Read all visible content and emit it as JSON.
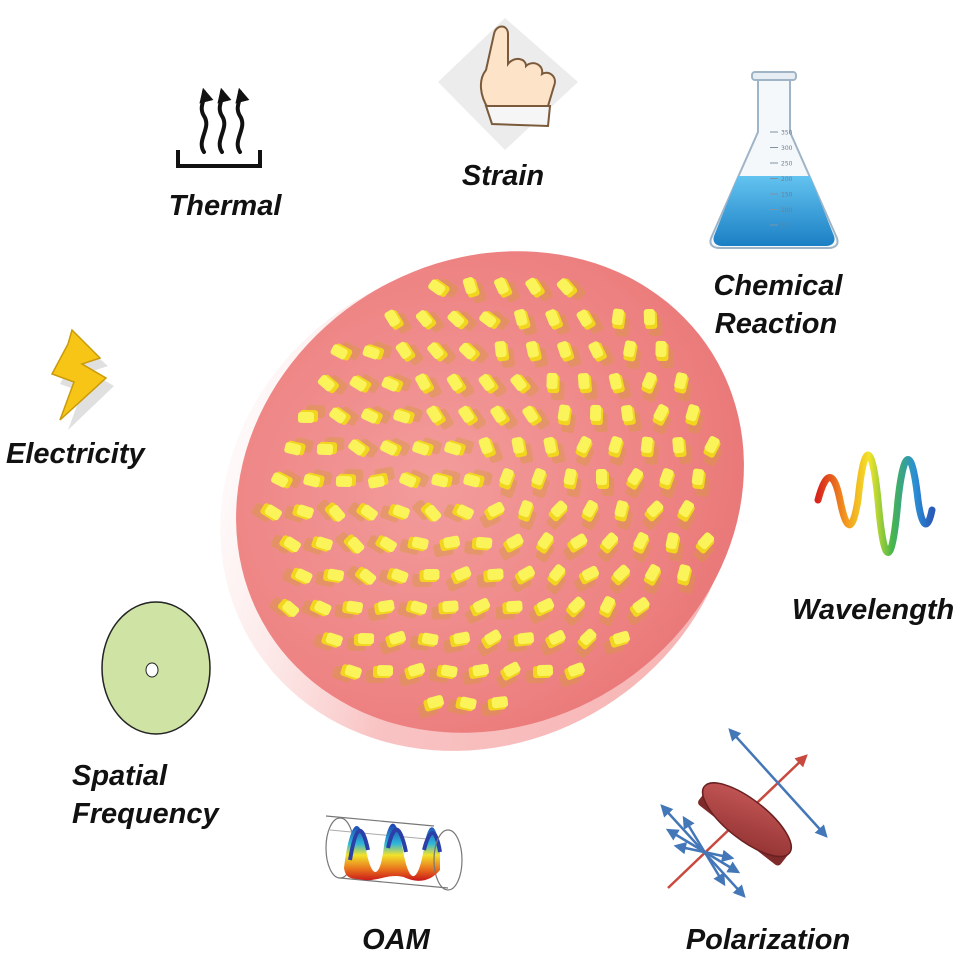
{
  "labels": {
    "thermal": "Thermal",
    "strain": "Strain",
    "chemical_line1": "Chemical",
    "chemical_line2": "Reaction",
    "electricity": "Electricity",
    "wavelength": "Wavelength",
    "spatial_line1": "Spatial",
    "spatial_line2": "Frequency",
    "oam": "OAM",
    "polarization": "Polarization"
  },
  "flask_marks": [
    "350",
    "300",
    "250",
    "200",
    "150",
    "100",
    "50"
  ],
  "colors": {
    "substrate": "#f08a8a",
    "substrate_edge": "#f4a7a7",
    "nanopillar": "#f7ee4a",
    "nanopillar_shadow": "#e9c418",
    "liquid": "#2f9fdc",
    "lightning": "#f6c516",
    "disk": "#cfe3a4",
    "polarizer": "#b84545",
    "arrow_blue": "#4477b8",
    "arrow_red": "#c84a3e",
    "text": "#111111"
  },
  "icons": [
    "thermal-icon",
    "finger-icon",
    "flask-icon",
    "lightning-icon",
    "wave-icon",
    "disk-icon",
    "oam-icon",
    "polarizer-icon"
  ]
}
